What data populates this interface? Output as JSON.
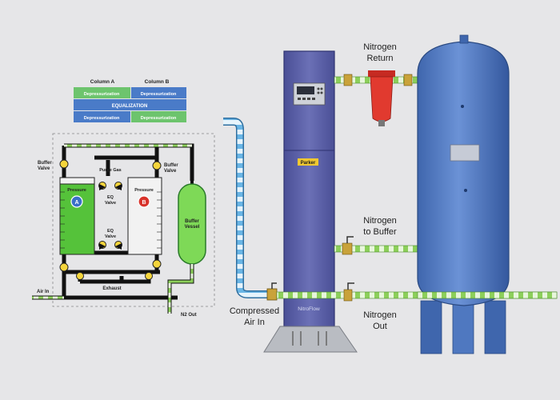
{
  "cycle_table": {
    "column_a": "Column A",
    "column_b": "Column B",
    "row1_a": "Depressurization",
    "row1_b": "Depressurization",
    "equalization": "EQUALIZATION",
    "row3_a": "Depressurization",
    "row3_b": "Depressurization"
  },
  "schematic": {
    "buffer_valve_left": [
      "Buffer",
      "Valve"
    ],
    "buffer_valve_right": [
      "Buffer",
      "Valve"
    ],
    "purge_gas": "Purge Gas",
    "pressure_a": "Pressure",
    "pressure_b": "Pressure",
    "badge_a": "A",
    "badge_b": "B",
    "eq_valve_top": [
      "EQ",
      "Valve"
    ],
    "eq_valve_bottom": [
      "EQ",
      "Valve"
    ],
    "buffer_vessel": [
      "Buffer",
      "Vessel"
    ],
    "exhaust": "Exhaust",
    "air_in": "Air In",
    "n2_out": "N2 Out"
  },
  "system": {
    "nitrogen_return": [
      "Nitrogen",
      "Return"
    ],
    "nitrogen_to_buffer": [
      "Nitrogen",
      "to Buffer"
    ],
    "nitrogen_out": [
      "Nitrogen",
      "Out"
    ],
    "compressed_air_in": [
      "Compressed",
      "Air In"
    ],
    "brand_badge": "Parker",
    "product_name": "NitroFlow"
  },
  "colors": {
    "background": "#e6e6e8",
    "generator_blue": "#5a5fa6",
    "tank_blue": "#4f78c0",
    "pipe_green": "#8ccf5a",
    "pipe_blue": "#6ab6e6",
    "brass": "#c9a23a",
    "filter_red": "#d8322a",
    "table_blue": "#4a7bc8",
    "table_green": "#6dc46d",
    "column_green": "#55c23a"
  }
}
